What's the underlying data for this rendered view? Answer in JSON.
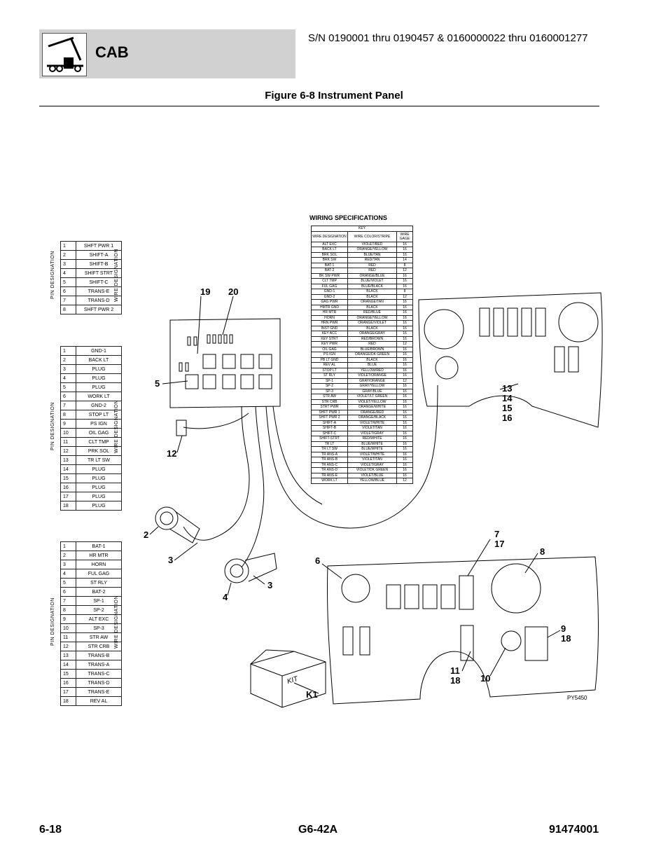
{
  "header": {
    "section": "CAB",
    "serial": "S/N 0190001 thru 0190457 & 0160000022 thru 0160001277",
    "icon": "telehandler-icon"
  },
  "figure_title": "Figure 6-8 Instrument Panel",
  "pin_label": "PIN DESIGNATION",
  "wire_label": "WIRE DESIGNATION",
  "connector1": [
    {
      "n": "1",
      "w": "SHFT PWR 1"
    },
    {
      "n": "2",
      "w": "SHIFT-A"
    },
    {
      "n": "3",
      "w": "SHIFT-B"
    },
    {
      "n": "4",
      "w": "SHIFT STRT"
    },
    {
      "n": "5",
      "w": "SHIFT-C"
    },
    {
      "n": "6",
      "w": "TRANS-E"
    },
    {
      "n": "7",
      "w": "TRANS-D"
    },
    {
      "n": "8",
      "w": "SHFT PWR 2"
    }
  ],
  "connector2": [
    {
      "n": "1",
      "w": "GND-1"
    },
    {
      "n": "2",
      "w": "BACK LT"
    },
    {
      "n": "3",
      "w": "PLUG"
    },
    {
      "n": "4",
      "w": "PLUG"
    },
    {
      "n": "5",
      "w": "PLUG"
    },
    {
      "n": "6",
      "w": "WORK LT"
    },
    {
      "n": "7",
      "w": "GND-2"
    },
    {
      "n": "8",
      "w": "STOP LT"
    },
    {
      "n": "9",
      "w": "PS IGN"
    },
    {
      "n": "10",
      "w": "OIL GAG"
    },
    {
      "n": "11",
      "w": "CLT TMP"
    },
    {
      "n": "12",
      "w": "PRK SOL"
    },
    {
      "n": "13",
      "w": "TR LT SW"
    },
    {
      "n": "14",
      "w": "PLUG"
    },
    {
      "n": "15",
      "w": "PLUG"
    },
    {
      "n": "16",
      "w": "PLUG"
    },
    {
      "n": "17",
      "w": "PLUG"
    },
    {
      "n": "18",
      "w": "PLUG"
    }
  ],
  "connector3": [
    {
      "n": "1",
      "w": "BAT-1"
    },
    {
      "n": "2",
      "w": "HR MTR"
    },
    {
      "n": "3",
      "w": "HORN"
    },
    {
      "n": "4",
      "w": "FUL GAG"
    },
    {
      "n": "5",
      "w": "ST RLY"
    },
    {
      "n": "6",
      "w": "BAT-2"
    },
    {
      "n": "7",
      "w": "SP-1"
    },
    {
      "n": "8",
      "w": "SP-2"
    },
    {
      "n": "9",
      "w": "ALT EXC"
    },
    {
      "n": "10",
      "w": "SP-3"
    },
    {
      "n": "11",
      "w": "STR AW"
    },
    {
      "n": "12",
      "w": "STR CRB"
    },
    {
      "n": "13",
      "w": "TRANS-B"
    },
    {
      "n": "14",
      "w": "TRANS-A"
    },
    {
      "n": "15",
      "w": "TRANS-C"
    },
    {
      "n": "16",
      "w": "TRANS-D"
    },
    {
      "n": "17",
      "w": "TRANS-E"
    },
    {
      "n": "18",
      "w": "REV AL"
    }
  ],
  "wiring": {
    "title": "WIRING SPECIFICATIONS",
    "key": "KEY",
    "headers": [
      "WIRE DESIGNATION",
      "WIRE COLOR/STRIPE",
      "WIRE GAGE"
    ],
    "rows": [
      [
        "ALT EXC",
        "VIOLET/RED",
        "16"
      ],
      [
        "BACK LT",
        "ORANGE/YELLOW",
        "16"
      ],
      [
        "BRK SOL",
        "BLUE/TAN",
        "16"
      ],
      [
        "BRK SW",
        "RED/TAN",
        "14"
      ],
      [
        "BAT-1",
        "RED",
        "8"
      ],
      [
        "BAT-2",
        "RED",
        "12"
      ],
      [
        "BK SW PWR",
        "ORANGE/BLUE",
        "16"
      ],
      [
        "CLT TMP",
        "BLUE/VIOLET",
        "16"
      ],
      [
        "FUL GAG",
        "BLUE/BLACK",
        "16"
      ],
      [
        "GND-1",
        "BLACK",
        "8"
      ],
      [
        "GND-2",
        "BLACK",
        "12"
      ],
      [
        "GAG PWR",
        "ORANGE/TAN",
        "16"
      ],
      [
        "HMTR GND",
        "BLACK",
        "16"
      ],
      [
        "HR MTR",
        "RED/BLUE",
        "16"
      ],
      [
        "HORN",
        "ORANGE/YELLOW",
        "16"
      ],
      [
        "HRN PWR",
        "ORANGE/VIOLET",
        "16"
      ],
      [
        "INST GND",
        "BLACK",
        "16"
      ],
      [
        "KEY ACC",
        "ORANGE/GRAY",
        "16"
      ],
      [
        "KEY STRT",
        "RED/BROWN",
        "16"
      ],
      [
        "KEY PWR",
        "RED",
        "12"
      ],
      [
        "OIL GAG",
        "BLUE/BROWN",
        "16"
      ],
      [
        "PS IGN",
        "ORANGE/DK GREEN",
        "16"
      ],
      [
        "PB LT GND",
        "BLACK",
        "16"
      ],
      [
        "REV AL",
        "BLUE",
        "16"
      ],
      [
        "STOP LT",
        "YELLOW/RED",
        "16"
      ],
      [
        "ST RLY",
        "VIOLET/ORANGE",
        "16"
      ],
      [
        "SP-1",
        "GRAY/ORANGE",
        "12"
      ],
      [
        "SP-2",
        "GRAY/YELLOW",
        "16"
      ],
      [
        "SP-3",
        "GRAY/BLUE",
        "16"
      ],
      [
        "STR AW",
        "VIOLET/LT GREEN",
        "16"
      ],
      [
        "STR CRB",
        "VIOLET/YELLOW",
        "16"
      ],
      [
        "STRT PWR",
        "ORANGE/WHITE",
        "16"
      ],
      [
        "SHFT PWR 1",
        "ORANGE/RED",
        "16"
      ],
      [
        "SHFT PWR 2",
        "ORANGE/BLACK",
        "16"
      ],
      [
        "SHIFT-A",
        "VIOLET/WHITE",
        "16"
      ],
      [
        "SHIFT-B",
        "VIOLET/TAN",
        "16"
      ],
      [
        "SHIFT-C",
        "VIOLET/GRAY",
        "16"
      ],
      [
        "SHIFT-STRT",
        "RED/WHITE",
        "16"
      ],
      [
        "TR LT",
        "BLUE/WHITE",
        "16"
      ],
      [
        "TR LT SW",
        "BLUE/WHITE",
        "16"
      ],
      [
        "TR ANS-A",
        "VIOLET/WHITE",
        "16"
      ],
      [
        "TR ANS-B",
        "VIOLET/TAN",
        "16"
      ],
      [
        "TR ANS-C",
        "VIOLET/GRAY",
        "16"
      ],
      [
        "TR ANS-D",
        "VIOLET/DK GREEN",
        "16"
      ],
      [
        "TR ANS-E",
        "VIOLET/BLUE",
        "16"
      ],
      [
        "WORK LT",
        "YELLOW/BLUE",
        "12"
      ]
    ]
  },
  "callouts": {
    "c19": "19",
    "c20": "20",
    "c5": "5",
    "c12": "12",
    "c2": "2",
    "c3a": "3",
    "c3b": "3",
    "c4": "4",
    "c13": "13\n14\n15\n16",
    "c7": "7\n17",
    "c8": "8",
    "c6": "6",
    "c9": "9\n18",
    "c11": "11\n18",
    "c10": "10",
    "ck1": "K1"
  },
  "kit_label": "KIT",
  "ref_id": "PY5450",
  "footer": {
    "page": "6-18",
    "model": "G6-42A",
    "part": "91474001"
  }
}
